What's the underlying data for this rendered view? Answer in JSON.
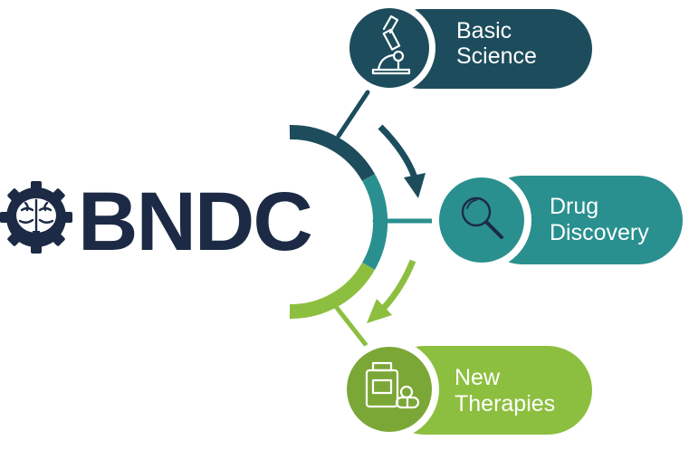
{
  "brand": {
    "name": "BNDC",
    "colors": {
      "navy": "#1c2a45",
      "dark_teal": "#1d4d5c",
      "teal": "#2a8f8f",
      "green": "#8cbf3f"
    }
  },
  "stages": [
    {
      "id": "basic-science",
      "line1": "Basic",
      "line2": "Science",
      "icon": "microscope-icon",
      "color": "#1d4d5c"
    },
    {
      "id": "drug-discovery",
      "line1": "Drug",
      "line2": "Discovery",
      "icon": "magnifier-icon",
      "color": "#2a8f8f"
    },
    {
      "id": "new-therapies",
      "line1": "New",
      "line2": "Therapies",
      "icon": "pill-bottle-icon",
      "color": "#8cbf3f"
    }
  ]
}
